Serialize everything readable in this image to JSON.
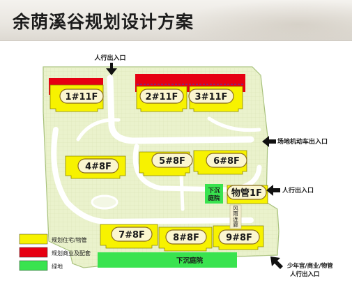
{
  "title": "余荫溪谷规划设计方案",
  "colors": {
    "residential": "#f7f200",
    "commercial": "#e60012",
    "green": "#39e34f",
    "site": "#e8f0c9",
    "road": "#ffffff",
    "courtyard": "#cfe2b0"
  },
  "buildings": [
    "1#11F",
    "2#11F",
    "3#11F",
    "4#8F",
    "5#8F",
    "6#8F",
    "7#8F",
    "8#8F",
    "9#8F"
  ],
  "property_management": "物管1F",
  "labels": {
    "pedestrian_entrance_top": "人行出入口",
    "vehicle_entrance": "场地机动车出入口",
    "pedestrian_entrance_right": "人行出入口",
    "sunken_garden_small": [
      "下沉",
      "庭院"
    ],
    "wind_rain_corridor": [
      "风",
      "雨",
      "连",
      "廊"
    ],
    "sunken_garden_large": "下沉庭院",
    "bottom_entrance": [
      "少年宫/商业/物管",
      "人行出入口"
    ]
  },
  "legend": [
    {
      "label": "规划住宅/物管",
      "color": "#f7f200"
    },
    {
      "label": "规划商业及配套",
      "color": "#e60012"
    },
    {
      "label": "绿地",
      "color": "#39e34f"
    }
  ]
}
